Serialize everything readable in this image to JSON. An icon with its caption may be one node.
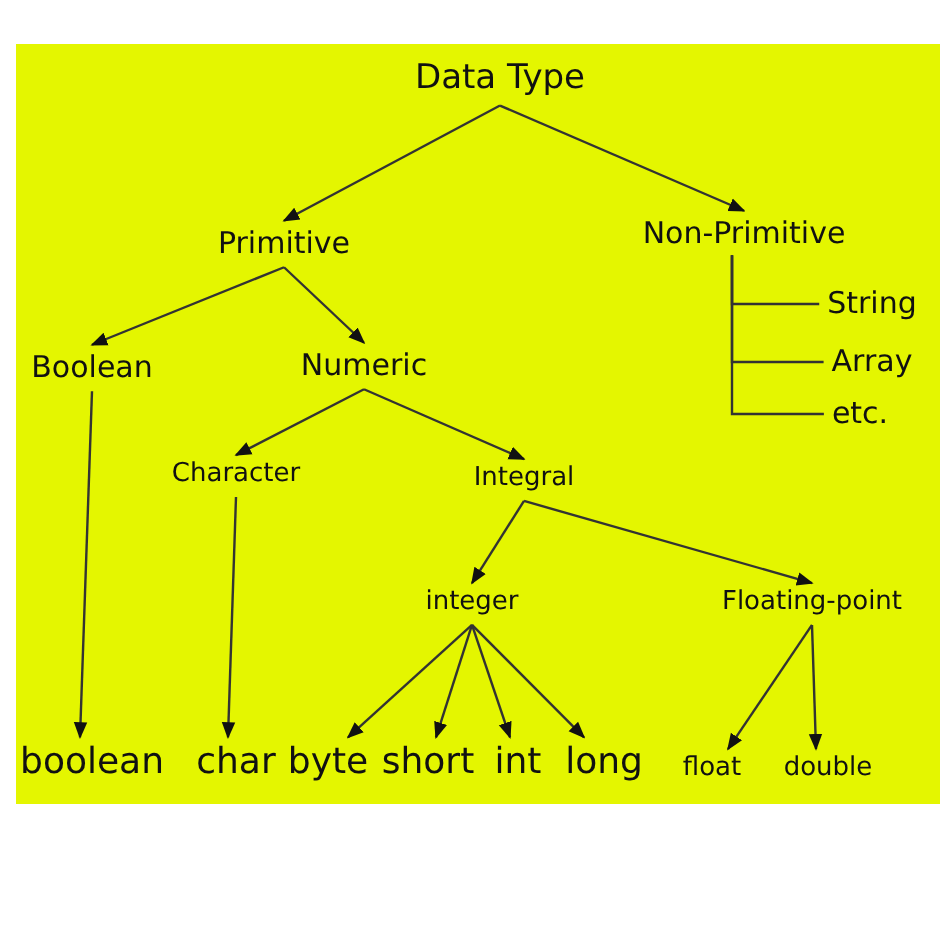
{
  "diagram": {
    "nodes": [
      {
        "text": [
          "Data Type"
        ]
      },
      {
        "text": [
          "Primitive"
        ]
      },
      {
        "text": [
          "Non-Primitive"
        ]
      },
      {
        "text": [
          "String"
        ]
      },
      {
        "text": [
          "Array"
        ]
      },
      {
        "text": [
          "etc."
        ]
      },
      {
        "text": [
          "Boolean"
        ]
      },
      {
        "text": [
          "Numeric"
        ]
      },
      {
        "text": [
          "Character"
        ]
      },
      {
        "text": [
          "Integral"
        ]
      },
      {
        "text": [
          "integer"
        ]
      },
      {
        "text": [
          "Floating-point"
        ]
      },
      {
        "text": [
          "boolean"
        ]
      },
      {
        "text": [
          "char"
        ]
      },
      {
        "text": [
          "byte"
        ]
      },
      {
        "text": [
          "short"
        ]
      },
      {
        "text": [
          "int"
        ]
      },
      {
        "text": [
          "long"
        ]
      },
      {
        "text": [
          "float"
        ]
      },
      {
        "text": [
          "double"
        ]
      }
    ],
    "edges": [
      {
        "from": 0,
        "to": 1,
        "arrow": "to"
      },
      {
        "from": 0,
        "to": 2,
        "arrow": "to"
      },
      {
        "from": 2,
        "to": 3,
        "arrow": "none"
      },
      {
        "from": 2,
        "to": 4,
        "arrow": "none"
      },
      {
        "from": 2,
        "to": 5,
        "arrow": "none"
      },
      {
        "from": 1,
        "to": 6,
        "arrow": "to"
      },
      {
        "from": 1,
        "to": 7,
        "arrow": "to"
      },
      {
        "from": 6,
        "to": 12,
        "arrow": "to"
      },
      {
        "from": 7,
        "to": 8,
        "arrow": "to"
      },
      {
        "from": 7,
        "to": 9,
        "arrow": "to"
      },
      {
        "from": 8,
        "to": 13,
        "arrow": "to"
      },
      {
        "from": 9,
        "to": 10,
        "arrow": "to"
      },
      {
        "from": 9,
        "to": 11,
        "arrow": "to"
      },
      {
        "from": 10,
        "to": 14,
        "arrow": "to"
      },
      {
        "from": 10,
        "to": 15,
        "arrow": "to"
      },
      {
        "from": 10,
        "to": 16,
        "arrow": "to"
      },
      {
        "from": 10,
        "to": 17,
        "arrow": "to"
      },
      {
        "from": 11,
        "to": 18,
        "arrow": "to"
      },
      {
        "from": 11,
        "to": 19,
        "arrow": "to"
      }
    ]
  }
}
